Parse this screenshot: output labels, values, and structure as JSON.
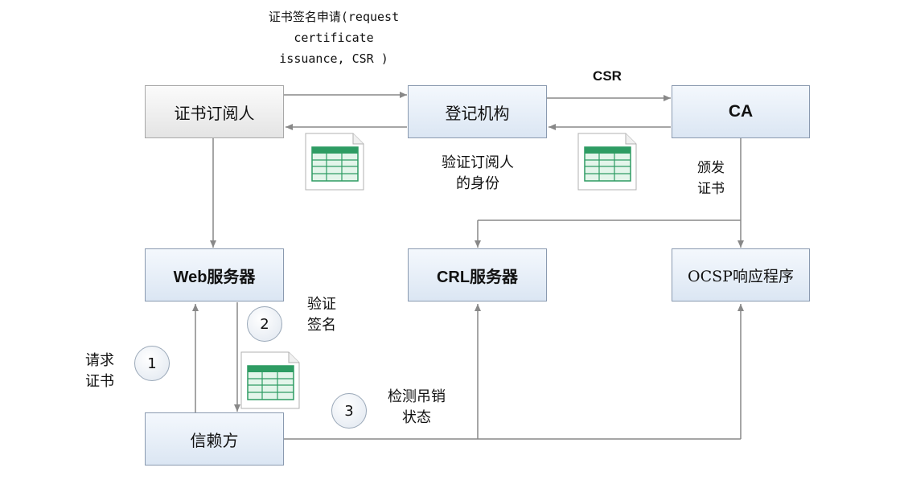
{
  "nodes": {
    "subscriber": "证书订阅人",
    "ra": "登记机构",
    "ca": "CA",
    "web_server": "Web服务器",
    "crl_server": "CRL服务器",
    "ocsp": "OCSP响应程序",
    "relying_party": "信赖方"
  },
  "labels": {
    "csr_request_line1": "证书签名申请(request",
    "csr_request_line2": "certificate",
    "csr_request_line3": "issuance, CSR )",
    "csr": "CSR",
    "verify_identity_line1": "验证订阅人",
    "verify_identity_line2": "的身份",
    "issue_cert_line1": "颁发",
    "issue_cert_line2": "证书",
    "request_cert_line1": "请求",
    "request_cert_line2": "证书",
    "verify_sig_line1": "验证",
    "verify_sig_line2": "签名",
    "check_revoke_line1": "检测吊销",
    "check_revoke_line2": "状态"
  },
  "steps": {
    "one": "1",
    "two": "2",
    "three": "3"
  },
  "icons": [
    "certificate-doc-icon"
  ],
  "colors": {
    "box_border": "#8a9ab0",
    "arrow": "#888888",
    "sheet_green": "#2e9c63"
  }
}
